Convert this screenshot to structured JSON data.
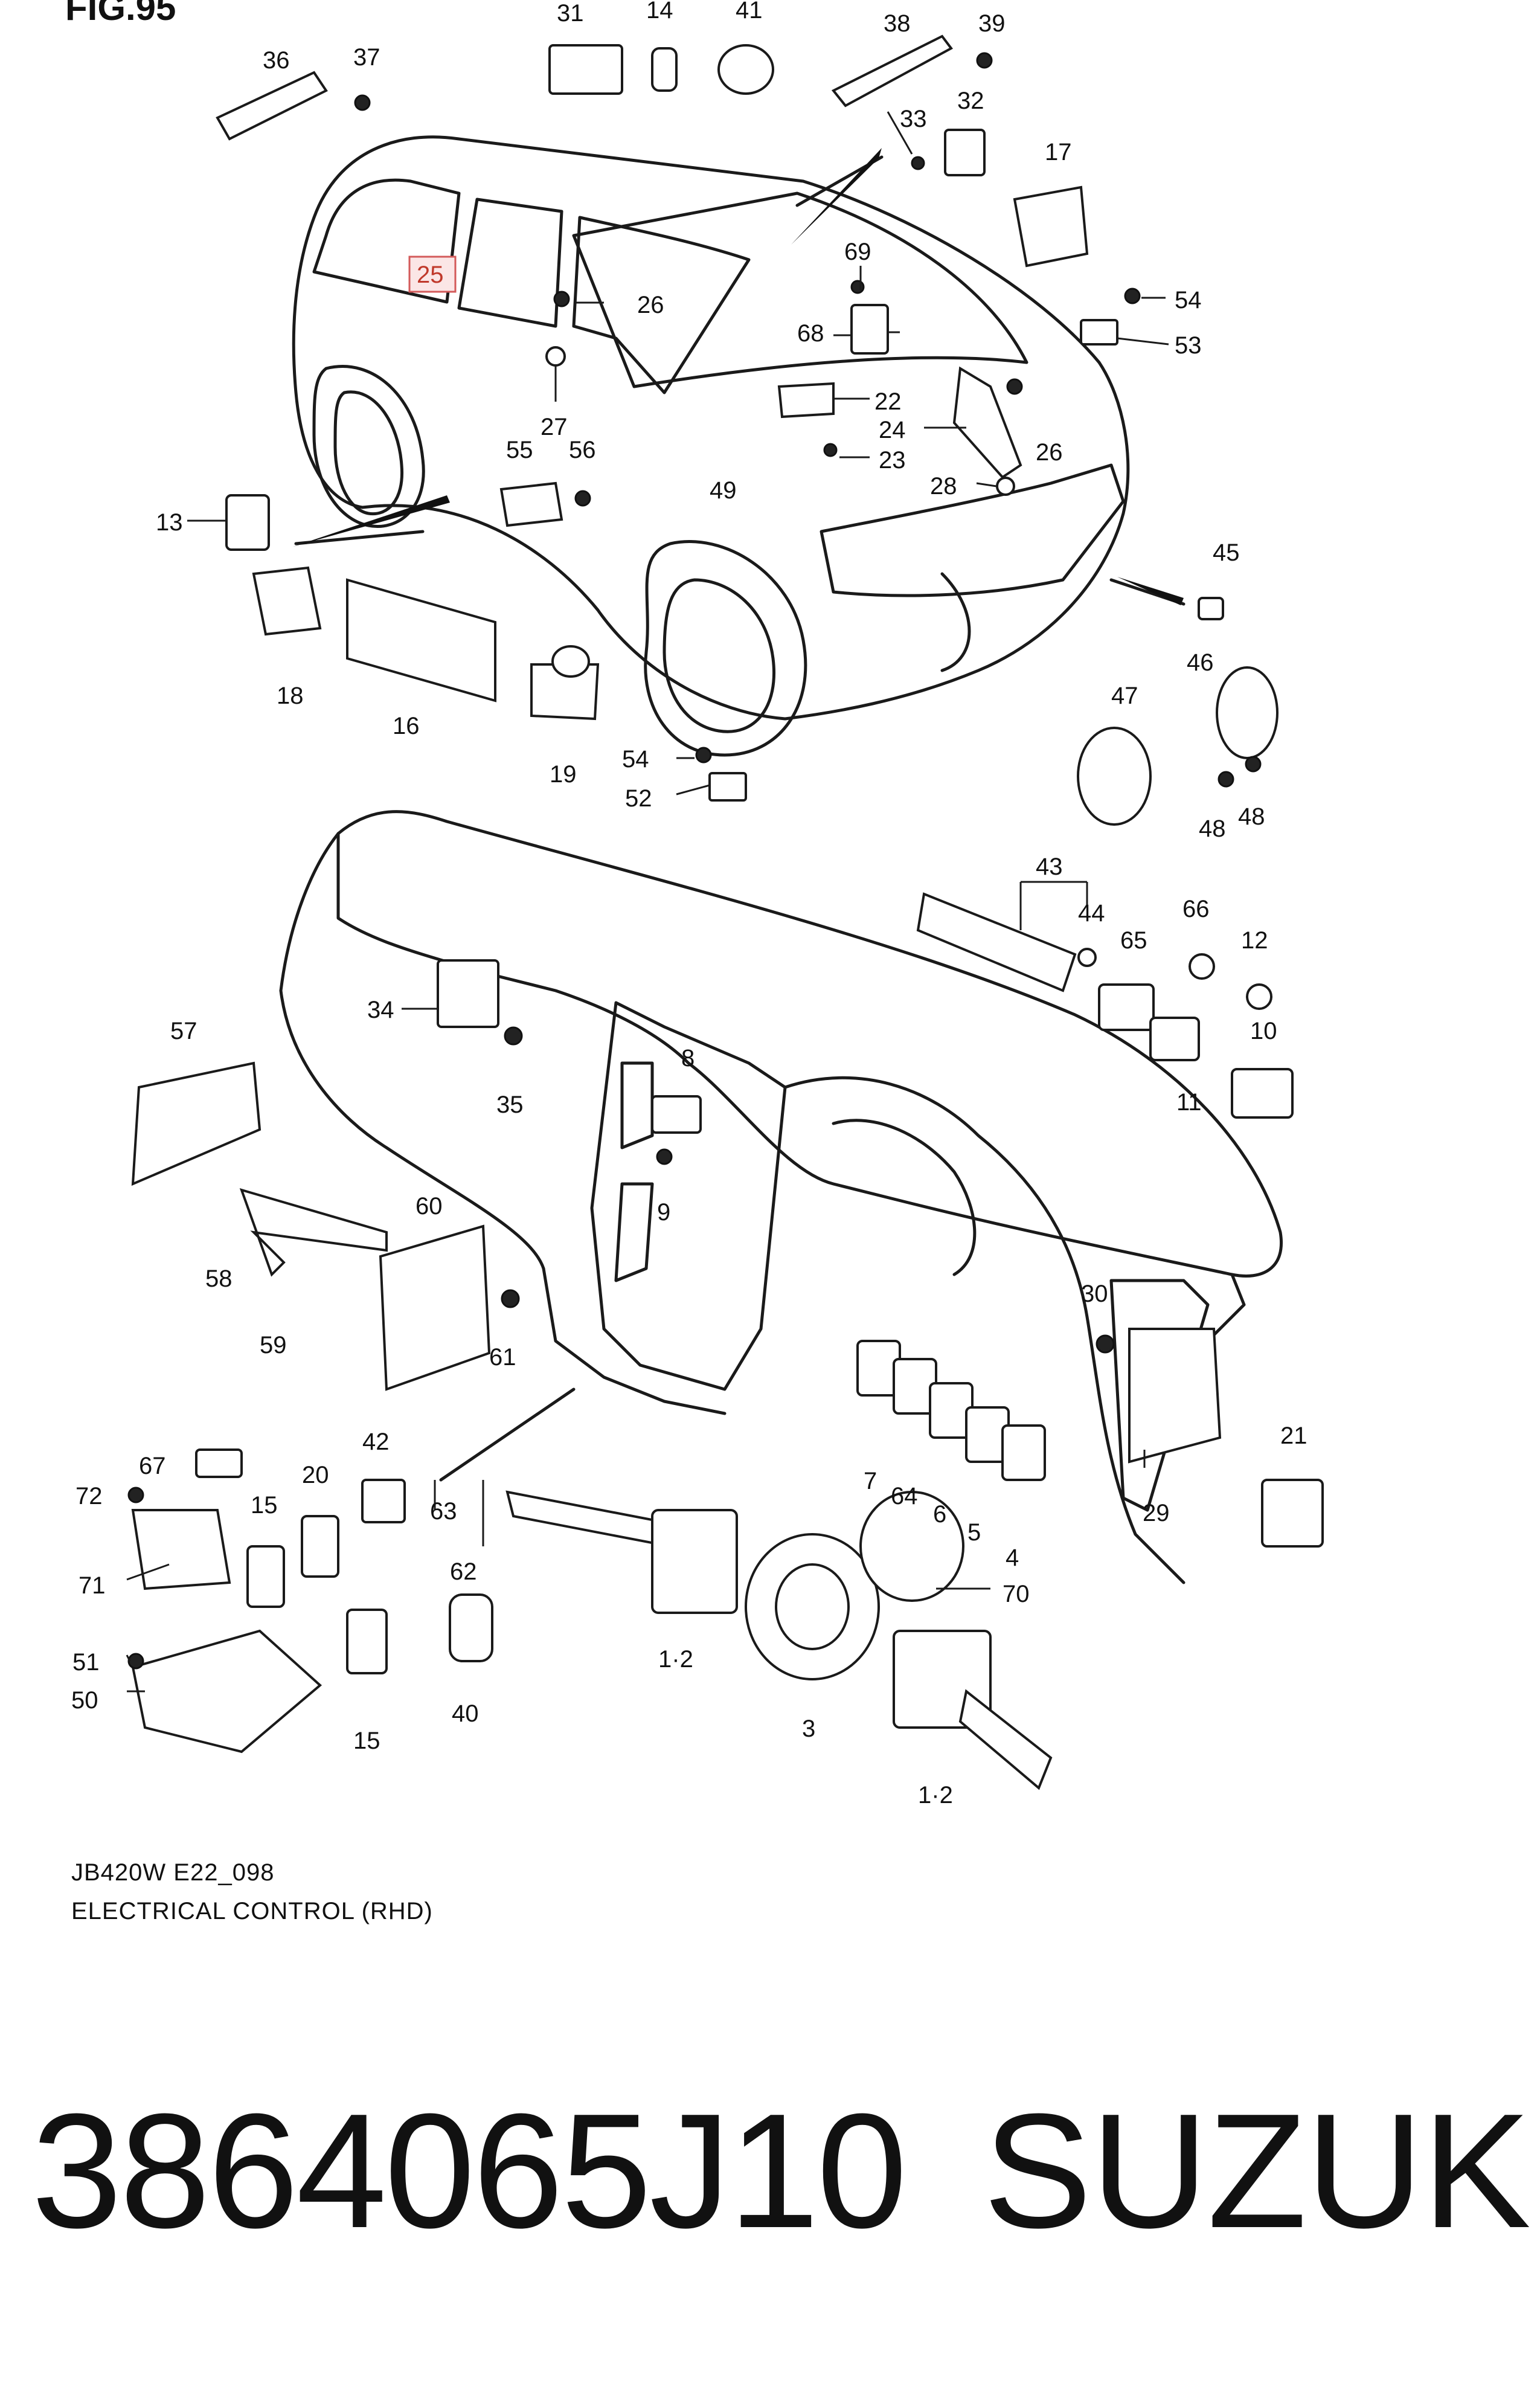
{
  "figure": {
    "corner_label": "FIG.95",
    "code": "JB420W E22_098",
    "title": "ELECTRICAL CONTROL (RHD)",
    "highlighted_callout": "25",
    "callouts": [
      "31",
      "14",
      "41",
      "38",
      "39",
      "36",
      "37",
      "33",
      "32",
      "17",
      "69",
      "54",
      "53",
      "25",
      "26",
      "68",
      "22",
      "24",
      "26",
      "23",
      "28",
      "27",
      "55",
      "56",
      "49",
      "13",
      "45",
      "18",
      "16",
      "19",
      "54",
      "52",
      "47",
      "46",
      "48",
      "48",
      "43",
      "44",
      "66",
      "12",
      "65",
      "10",
      "11",
      "34",
      "8",
      "35",
      "57",
      "9",
      "58",
      "60",
      "59",
      "61",
      "30",
      "21",
      "67",
      "42",
      "72",
      "15",
      "20",
      "63",
      "7",
      "64",
      "6",
      "5",
      "4",
      "29",
      "71",
      "62",
      "70",
      "51",
      "1·2",
      "50",
      "40",
      "15",
      "3",
      "1·2"
    ]
  },
  "footer": {
    "part_number": "3864065J10",
    "brand": "SUZUKI"
  }
}
